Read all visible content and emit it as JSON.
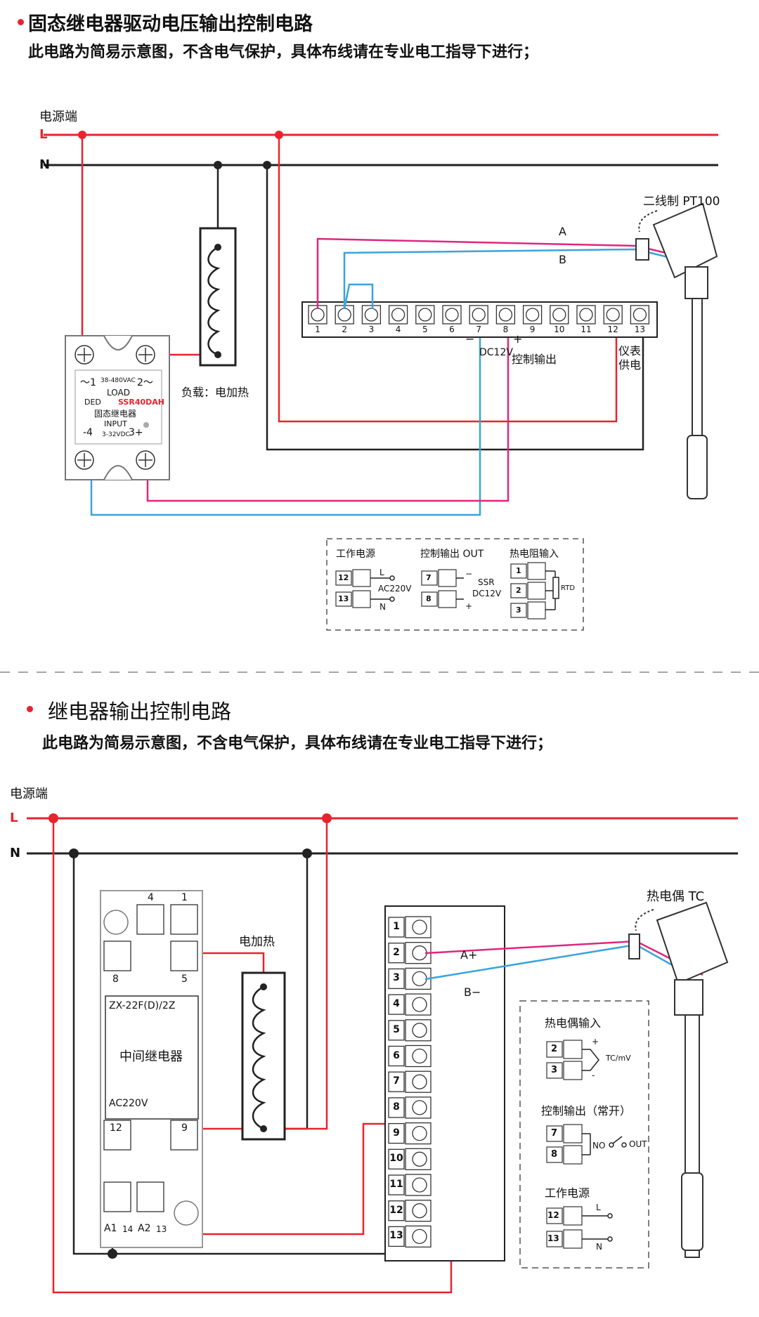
{
  "colors": {
    "live": "#e8232d",
    "neutral": "#222222",
    "signal_a": "#e0267e",
    "signal_b": "#3aa3dc",
    "accent": "#e8232d"
  },
  "section1": {
    "title": "固态继电器驱动电压输出控制电路",
    "note": "此电路为简易示意图，不含电气保护，具体布线请在专业电工指导下进行；",
    "power_label": "电源端",
    "line_L": "L",
    "line_N": "N",
    "ssr": {
      "ac_left": "～1",
      "ac_rating": "38-480VAC",
      "ac_right": "2～",
      "load": "LOAD",
      "model_prefix": "DED",
      "model": "SSR40DAH",
      "name": "固态继电器",
      "input": "INPUT",
      "dc_minus": "-4",
      "dc_rating": "3-32VDC",
      "dc_plus": "3+"
    },
    "load_label": "负载：电加热",
    "sensor_label": "二线制 PT100",
    "wire_a": "A",
    "wire_b": "B",
    "terminals": [
      "1",
      "2",
      "3",
      "4",
      "5",
      "6",
      "7",
      "8",
      "9",
      "10",
      "11",
      "12",
      "13"
    ],
    "minus_sign": "−",
    "plus_sign": "+",
    "dc12v": "DC12V",
    "control_output": "控制输出",
    "instrument_power": [
      "仪表",
      "供电"
    ],
    "legend": {
      "power_title": "工作电源",
      "power_terms": [
        "12",
        "13"
      ],
      "power_L": "L",
      "power_N": "N",
      "power_voltage": "AC220V",
      "out_title": "控制输出 OUT",
      "out_terms": [
        "7",
        "8"
      ],
      "out_minus": "−",
      "out_plus": "+",
      "out_ssr": "SSR",
      "out_dc": "DC12V",
      "rtd_title": "热电阻输入",
      "rtd_terms": [
        "1",
        "2",
        "3"
      ],
      "rtd_label": "RTD"
    }
  },
  "section2": {
    "title": "继电器输出控制电路",
    "note": "此电路为简易示意图，不含电气保护，具体布线请在专业电工指导下进行；",
    "power_label": "电源端",
    "line_L": "L",
    "line_N": "N",
    "relay": {
      "top_terms": [
        "4",
        "1"
      ],
      "mid_terms": [
        "8",
        "5"
      ],
      "model": "ZX-22F(D)/2Z",
      "name": "中间继电器",
      "voltage": "AC220V",
      "low_terms": [
        "12",
        "9"
      ],
      "bottom_terms": [
        "A1",
        "14",
        "A2",
        "13"
      ]
    },
    "heater_label": "电加热",
    "sensor_label": "热电偶 TC",
    "wire_a": "A+",
    "wire_b": "B−",
    "terminals": [
      "1",
      "2",
      "3",
      "4",
      "5",
      "6",
      "7",
      "8",
      "9",
      "10",
      "11",
      "12",
      "13"
    ],
    "legend": {
      "tc_title": "热电偶输入",
      "tc_terms": [
        "2",
        "3"
      ],
      "tc_plus": "+",
      "tc_minus": "-",
      "tc_label": "TC/mV",
      "out_title": "控制输出（常开）",
      "out_terms": [
        "7",
        "8"
      ],
      "out_no": "NO",
      "out_label": "OUT",
      "power_title": "工作电源",
      "power_terms": [
        "12",
        "13"
      ],
      "power_L": "L",
      "power_N": "N"
    }
  }
}
